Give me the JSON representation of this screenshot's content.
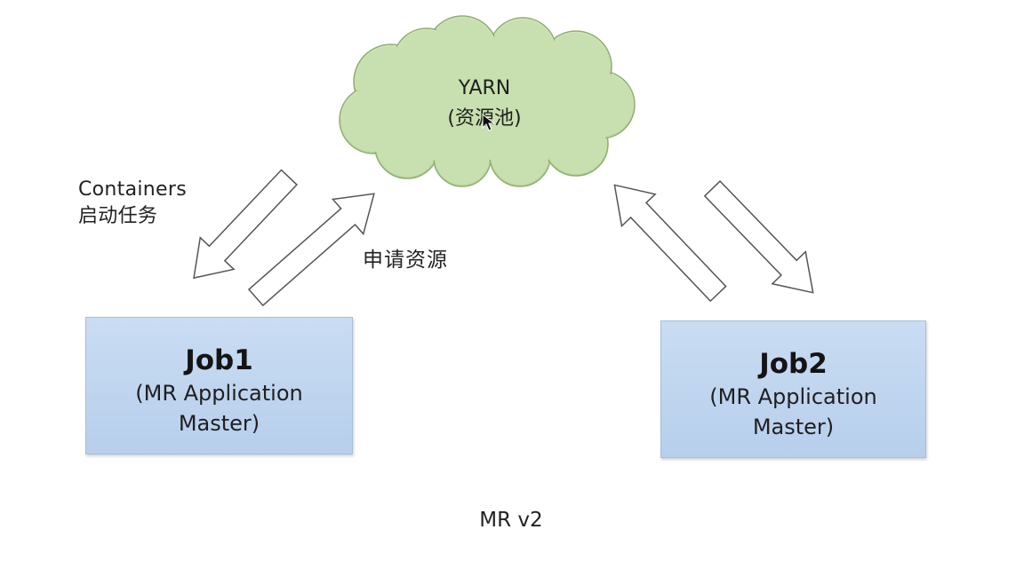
{
  "cloud": {
    "title": "YARN",
    "subtitle": "(资源池)",
    "fill_color": "#c5deab",
    "stroke_color": "#8fae72"
  },
  "labels": {
    "containers_line1": "Containers",
    "containers_line2": "启动任务",
    "request_resources": "申请资源"
  },
  "jobs": [
    {
      "title": "Job1",
      "subtitle": "(MR  Application Master)"
    },
    {
      "title": "Job2",
      "subtitle": "(MR  Application Master)"
    }
  ],
  "arrows": {
    "left_pair": [
      "cloud-to-job1",
      "job1-to-cloud"
    ],
    "right_pair": [
      "job2-to-cloud",
      "cloud-to-job2"
    ],
    "fill_color": "#ffffff",
    "stroke_color": "#555555"
  },
  "job_box_color": "#c3d8f0",
  "footer": "MR v2"
}
